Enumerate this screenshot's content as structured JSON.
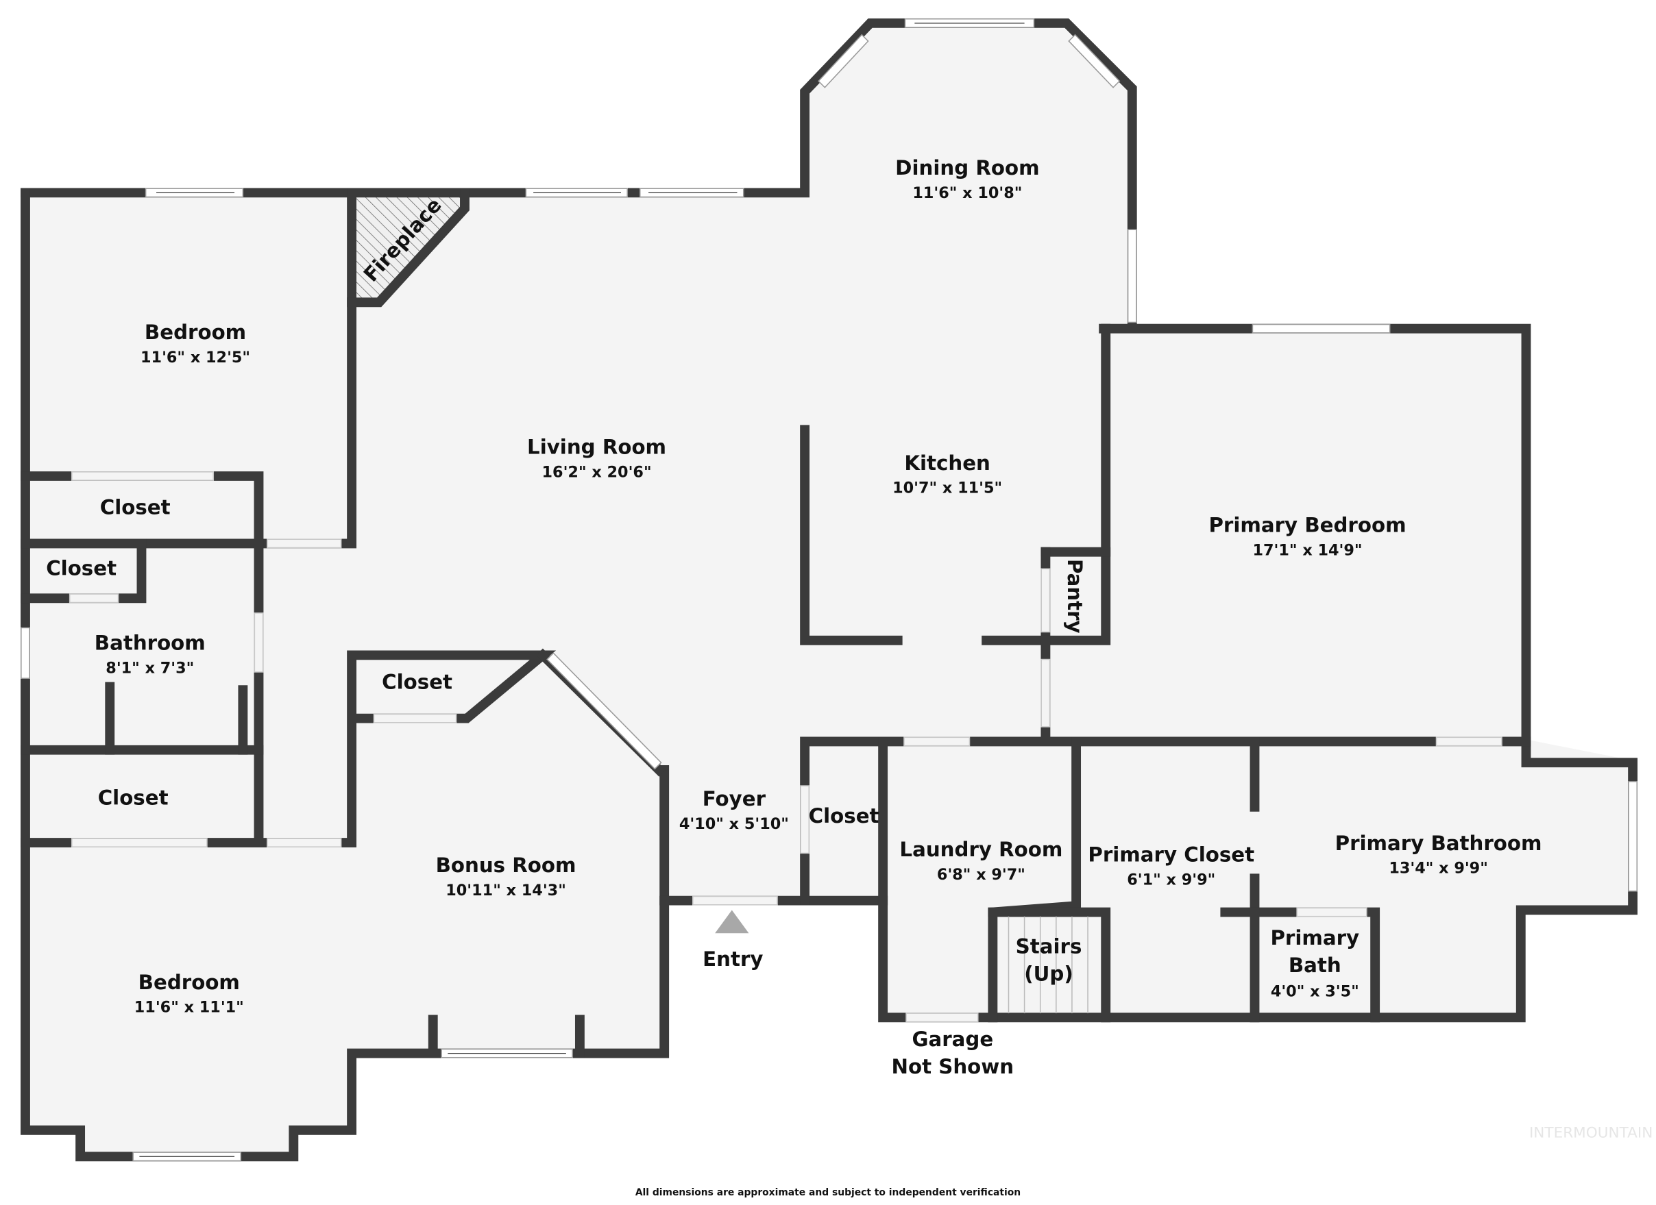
{
  "plan": {
    "rooms": {
      "bedroom1": {
        "name": "Bedroom",
        "dims": "11'6\" x 12'5\""
      },
      "closet1": {
        "name": "Closet"
      },
      "closet2": {
        "name": "Closet"
      },
      "bathroom": {
        "name": "Bathroom",
        "dims": "8'1\" x 7'3\""
      },
      "closet3": {
        "name": "Closet"
      },
      "bedroom2": {
        "name": "Bedroom",
        "dims": "11'6\" x 11'1\""
      },
      "fireplace": {
        "name": "Fireplace"
      },
      "living": {
        "name": "Living Room",
        "dims": "16'2\" x 20'6\""
      },
      "dining": {
        "name": "Dining Room",
        "dims": "11'6\" x 10'8\""
      },
      "kitchen": {
        "name": "Kitchen",
        "dims": "10'7\" x 11'5\""
      },
      "pantry": {
        "name": "Pantry"
      },
      "primary_bedroom": {
        "name": "Primary Bedroom",
        "dims": "17'1\" x 14'9\""
      },
      "bonus_closet": {
        "name": "Closet"
      },
      "bonus": {
        "name": "Bonus Room",
        "dims": "10'11\" x 14'3\""
      },
      "foyer": {
        "name": "Foyer",
        "dims": "4'10\" x 5'10\""
      },
      "foyer_closet": {
        "name": "Closet"
      },
      "laundry": {
        "name": "Laundry Room",
        "dims": "6'8\" x 9'7\""
      },
      "stairs": {
        "line1": "Stairs",
        "line2": "(Up)"
      },
      "primary_closet": {
        "name": "Primary Closet",
        "dims": "6'1\" x 9'9\""
      },
      "primary_bathroom": {
        "name": "Primary Bathroom",
        "dims": "13'4\" x 9'9\""
      },
      "primary_bath": {
        "line1": "Primary",
        "line2": "Bath",
        "dims": "4'0\" x 3'5\""
      }
    },
    "labels": {
      "entry": "Entry",
      "garage_line1": "Garage",
      "garage_line2": "Not Shown"
    },
    "disclaimer": "All dimensions are approximate and subject to independent verification",
    "watermark": "INTERMOUNTAIN",
    "colors": {
      "wall": "#3b3b3b",
      "floor": "#f4f4f4",
      "entry_arrow": "#a8a8a8"
    }
  }
}
